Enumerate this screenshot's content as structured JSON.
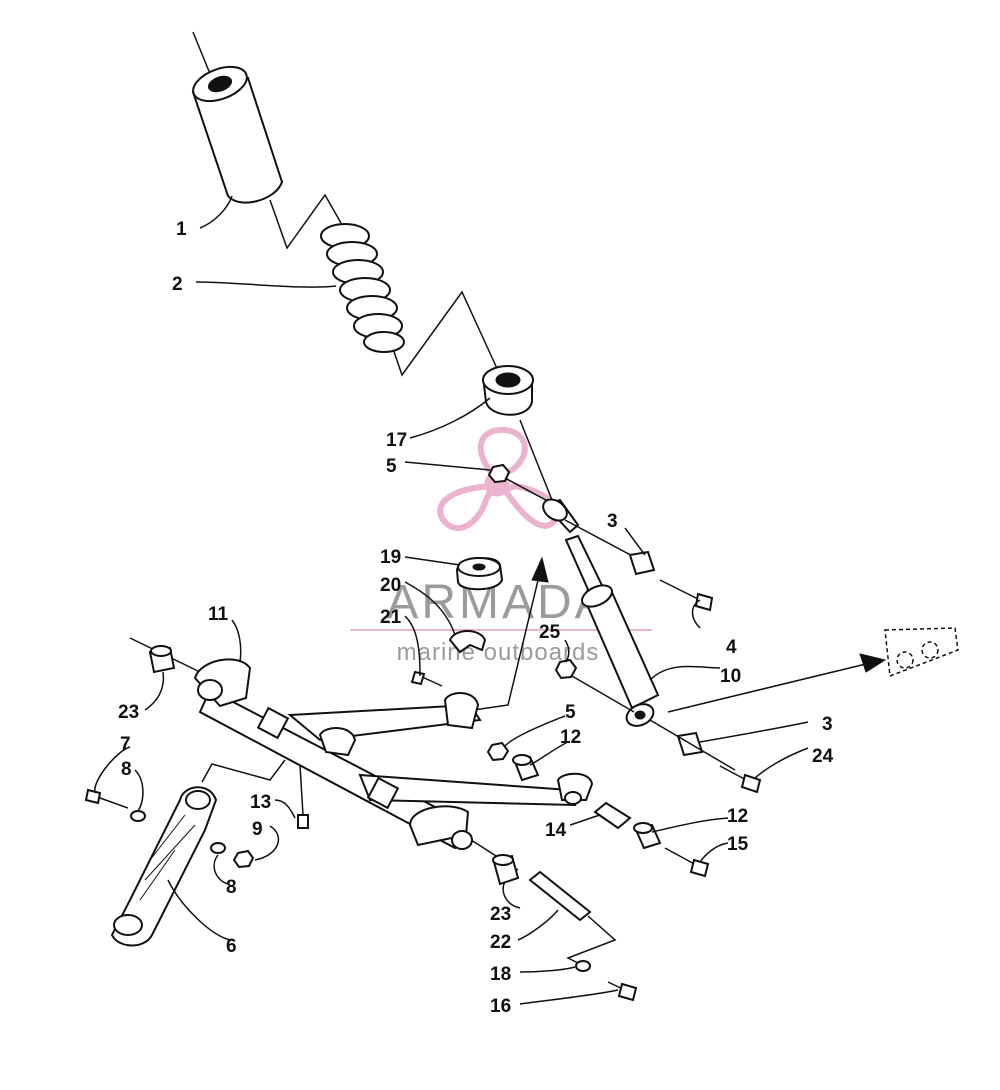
{
  "watermark": {
    "brand": "ARMADA",
    "tagline": "marine outboards",
    "logo_color": "#e8a6c8",
    "text_color": "#8a8a8a"
  },
  "callouts": [
    "1",
    "2",
    "17",
    "5",
    "3",
    "4",
    "19",
    "20",
    "21",
    "11",
    "25",
    "10",
    "23",
    "7",
    "8",
    "13",
    "9",
    "5",
    "12",
    "14",
    "12",
    "15",
    "3",
    "24",
    "8",
    "6",
    "23",
    "22",
    "18",
    "16"
  ]
}
